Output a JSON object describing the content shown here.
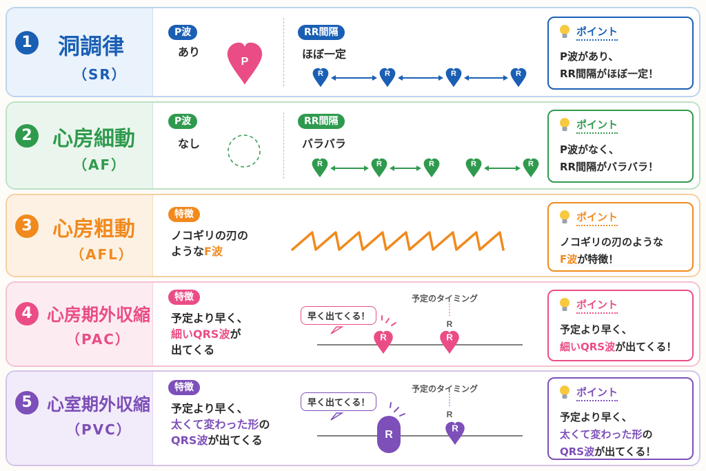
{
  "colors": {
    "sr": "#1a5fb4",
    "af": "#2f9a4e",
    "afl": "#f08a1e",
    "pac": "#ea4d86",
    "pvc": "#7d4fb8"
  },
  "rows": [
    {
      "num": "1",
      "name": "洞調律",
      "abbr": "（SR）",
      "pill1": "P波",
      "text1": "あり",
      "heart_label": "P",
      "pill2": "RR間隔",
      "text2": "ほぼ一定",
      "beat_label": "R",
      "point_title": "ポイント",
      "point_lines": [
        "P波があり、",
        "RR間隔がほぼ一定！"
      ]
    },
    {
      "num": "2",
      "name": "心房細動",
      "abbr": "（AF）",
      "pill1": "P波",
      "text1": "なし",
      "pill2": "RR間隔",
      "text2": "バラバラ",
      "beat_label": "R",
      "point_title": "ポイント",
      "point_lines": [
        "P波がなく、",
        "RR間隔がバラバラ！"
      ]
    },
    {
      "num": "3",
      "name": "心房粗動",
      "abbr": "（AFL）",
      "pill1": "特徴",
      "text1a": "ノコギリの刃の",
      "text1b_pre": "ような",
      "text1b_hl": "F波",
      "point_title": "ポイント",
      "point_line1": "ノコギリの刃のような",
      "point_line2_hl": "F波",
      "point_line2_post": "が特徴！"
    },
    {
      "num": "4",
      "name": "心房期外収縮",
      "abbr": "（PAC）",
      "pill1": "特徴",
      "text1a": "予定より早く、",
      "text1b_hl": "細いQRS波",
      "text1b_post": "が",
      "text1c": "出てくる",
      "timing_label": "予定のタイミング",
      "bubble": "早く出てくる！",
      "beat_label": "R",
      "point_title": "ポイント",
      "point_line1": "予定より早く、",
      "point_line2_hl": "細いQRS波",
      "point_line2_post": "が出てくる！"
    },
    {
      "num": "5",
      "name": "心室期外収縮",
      "abbr": "（PVC）",
      "pill1": "特徴",
      "text1a": "予定より早く、",
      "text1b_hl": "太くて変わった形",
      "text1b_post": "の",
      "text1c_hl": "QRS波",
      "text1c_post": "が出てくる",
      "timing_label": "予定のタイミング",
      "bubble": "早く出てくる！",
      "beat_label": "R",
      "point_title": "ポイント",
      "point_line1": "予定より早く、",
      "point_line2_hl": "太くて変わった形",
      "point_line2_post": "の",
      "point_line3_hl": "QRS波",
      "point_line3_post": "が出てくる！"
    }
  ]
}
